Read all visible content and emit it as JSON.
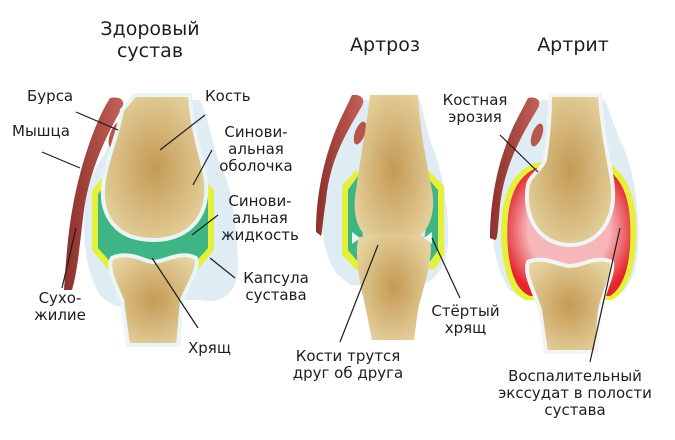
{
  "diagram": {
    "type": "anatomical-comparison",
    "panels": [
      {
        "id": "healthy",
        "title_line1": "Здоровый",
        "title_line2": "сустав",
        "labels": {
          "bursa": "Бурса",
          "muscle": "Мышца",
          "tendon_line1": "Сухо-",
          "tendon_line2": "жилие",
          "bone": "Кость",
          "synovial_membrane_line1": "Синови-",
          "synovial_membrane_line2": "альная",
          "synovial_membrane_line3": "оболочка",
          "synovial_fluid_line1": "Синови-",
          "synovial_fluid_line2": "альная",
          "synovial_fluid_line3": "жидкость",
          "capsule_line1": "Капсула",
          "capsule_line2": "сустава",
          "cartilage": "Хрящ"
        }
      },
      {
        "id": "arthrosis",
        "title": "Артроз",
        "labels": {
          "bones_rub_line1": "Кости трутся",
          "bones_rub_line2": "друг об друга",
          "worn_cartilage_line1": "Стёртый",
          "worn_cartilage_line2": "хрящ"
        }
      },
      {
        "id": "arthritis",
        "title": "Артрит",
        "labels": {
          "bone_erosion_line1": "Костная",
          "bone_erosion_line2": "эрозия",
          "exudate_line1": "Воспалительный",
          "exudate_line2": "экссудат в полости",
          "exudate_line3": "сустава"
        }
      }
    ],
    "colors": {
      "bone": "#d9c08a",
      "bone_dark": "#c49a55",
      "muscle": "#a8403a",
      "synovial_fluid": "#3fb585",
      "membrane": "#e4f03a",
      "capsule": "#d7e8f0",
      "cartilage": "#eaf5f5",
      "inflamed": "#e8363a",
      "inflamed_light": "#f2a0a5",
      "text": "#1e1e1e"
    }
  }
}
